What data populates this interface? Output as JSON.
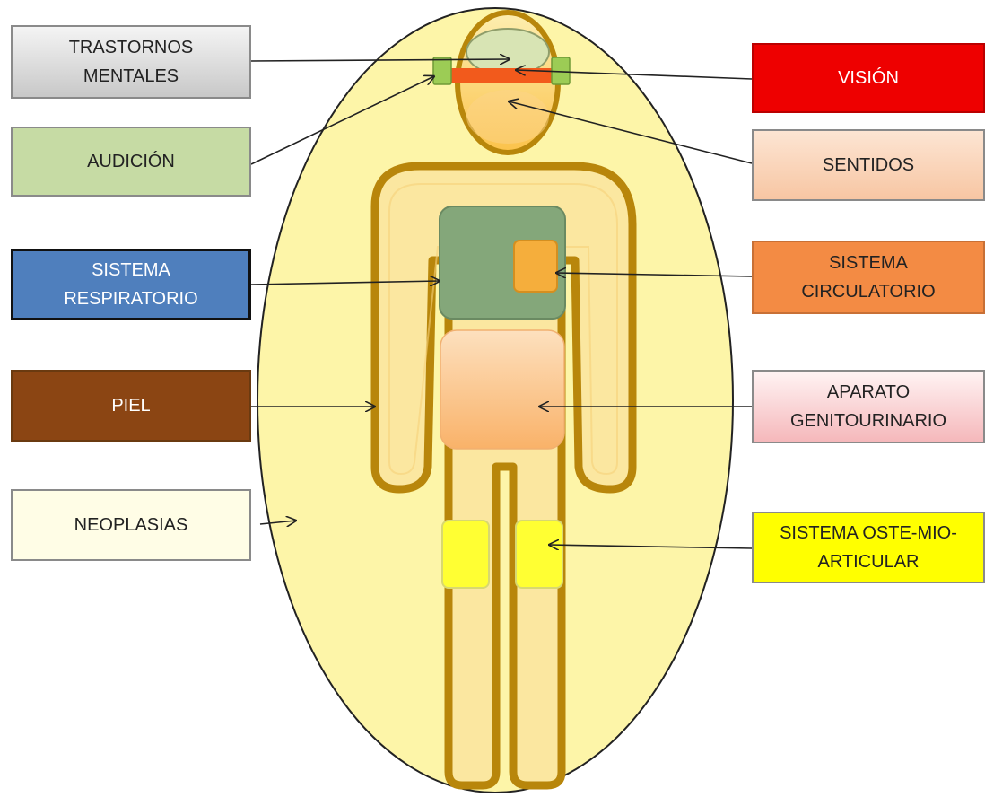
{
  "labels": {
    "trastornos": "TRASTORNOS\nMENTALES",
    "audicion": "AUDICIÓN",
    "respiratorio": "SISTEMA\nRESPIRATORIO",
    "piel": "PIEL",
    "neoplasias": "NEOPLASIAS",
    "vision": "VISIÓN",
    "sentidos": "SENTIDOS",
    "circulatorio": "SISTEMA\nCIRCULATORIO",
    "genitourinario": "APARATO\nGENITOURINARIO",
    "osteo": "SISTEMA OSTE-MIO-\nARTICULAR"
  },
  "colors": {
    "background_ellipse": "#fdf5a8",
    "body_outline": "#b8860b",
    "body_fill": "#fbe7a0",
    "lungs": "#84a77a",
    "heart": "#f5ae3c",
    "abdomen": "#fbbf7a",
    "joints": "#ffff33",
    "eye_band": "#f25a1c",
    "ear_pads": "#9ccc55",
    "brain": "#d8e4b4"
  }
}
